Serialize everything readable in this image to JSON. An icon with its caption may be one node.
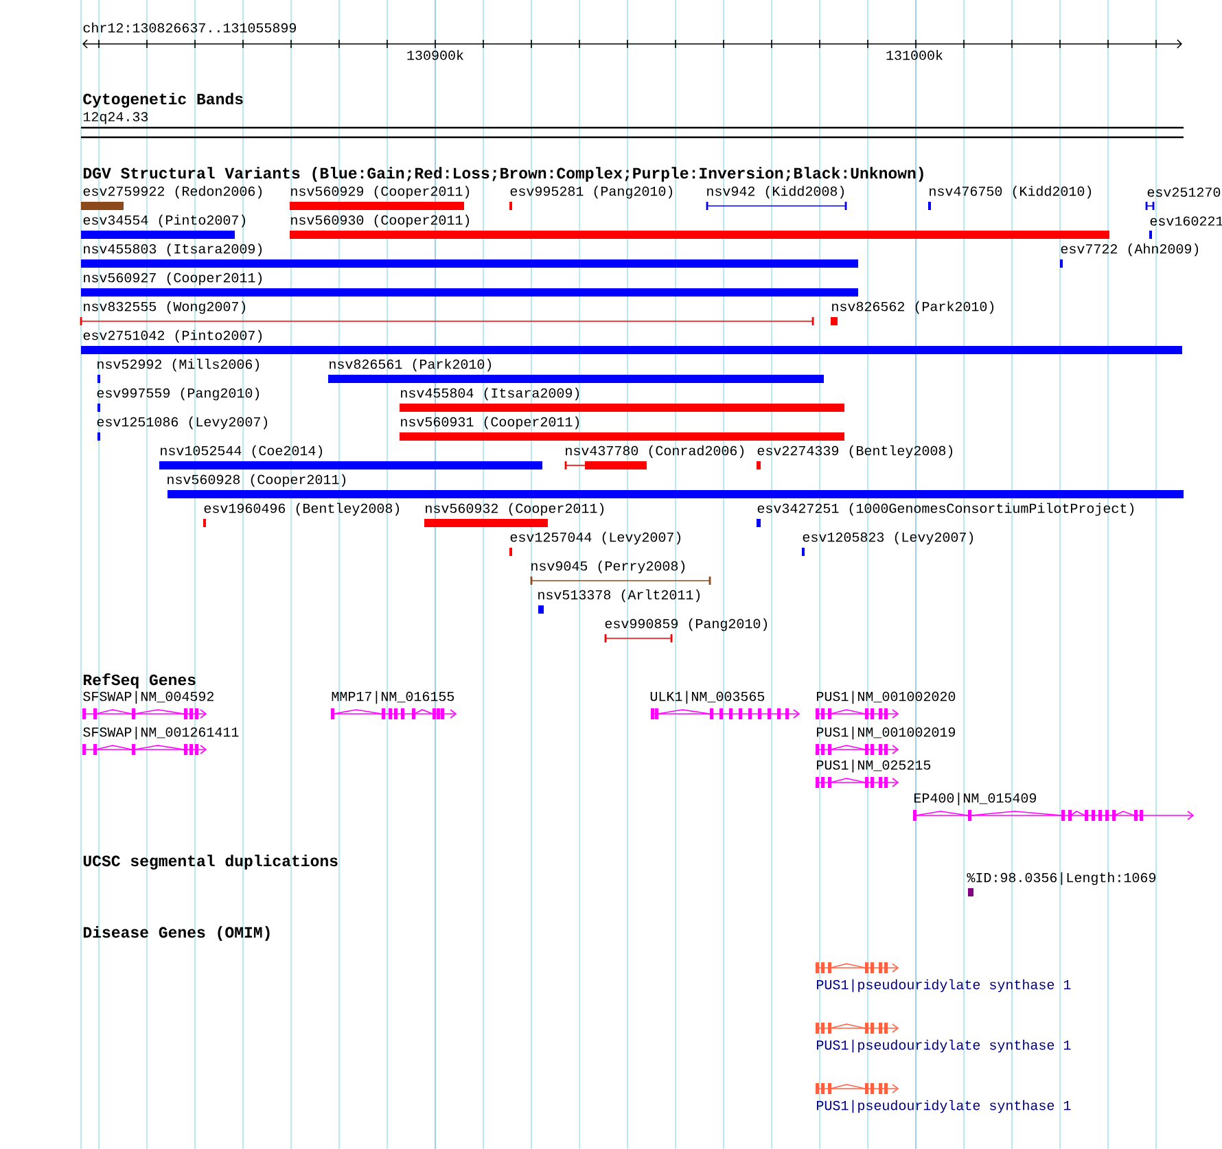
{
  "diagram": {
    "title": "chr12:130826637..131055899",
    "labels": [
      "130900k",
      "131000k",
      "Cytogenetic Bands",
      "12q24.33",
      "DGV Structural Variants (Blue:Gain;Red:Loss;Brown:Complex;Purple:Inversion;Black:Unknown)",
      "esv2759922 (Redon2006)",
      "nsv560929 (Cooper2011)",
      "esv995281 (Pang2010)",
      "nsv942 (Kidd2008)",
      "nsv476750 (Kidd2010)",
      "esv251270",
      "esv34554 (Pinto2007)",
      "nsv560930 (Cooper2011)",
      "esv160221",
      "nsv455803 (Itsara2009)",
      "esv7722 (Ahn2009)",
      "nsv560927 (Cooper2011)",
      "nsv832555 (Wong2007)",
      "nsv826562 (Park2010)",
      "esv2751042 (Pinto2007)",
      "nsv52992 (Mills2006)",
      "nsv826561 (Park2010)",
      "esv997559 (Pang2010)",
      "nsv455804 (Itsara2009)",
      "esv1251086 (Levy2007)",
      "nsv560931 (Cooper2011)",
      "nsv1052544 (Coe2014)",
      "nsv437780 (Conrad2006)",
      "esv2274339 (Bentley2008)",
      "nsv560928 (Cooper2011)",
      "esv1960496 (Bentley2008)",
      "nsv560932 (Cooper2011)",
      "esv3427251 (1000GenomesConsortiumPilotProject)",
      "esv1257044 (Levy2007)",
      "esv1205823 (Levy2007)",
      "nsv9045 (Perry2008)",
      "nsv513378 (Arlt2011)",
      "esv990859 (Pang2010)",
      "RefSeq Genes",
      "SFSWAP|NM_004592",
      "MMP17|NM_016155",
      "ULK1|NM_003565",
      "PUS1|NM_001002020",
      "SFSWAP|NM_001261411",
      "PUS1|NM_001002019",
      "PUS1|NM_025215",
      "EP400|NM_015409",
      "UCSC segmental duplications",
      "%ID:98.0356|Length:1069",
      "Disease Genes (OMIM)",
      "PUS1|pseudouridylate synthase 1",
      "PUS1|pseudouridylate synthase 1",
      "PUS1|pseudouridylate synthase 1"
    ]
  }
}
